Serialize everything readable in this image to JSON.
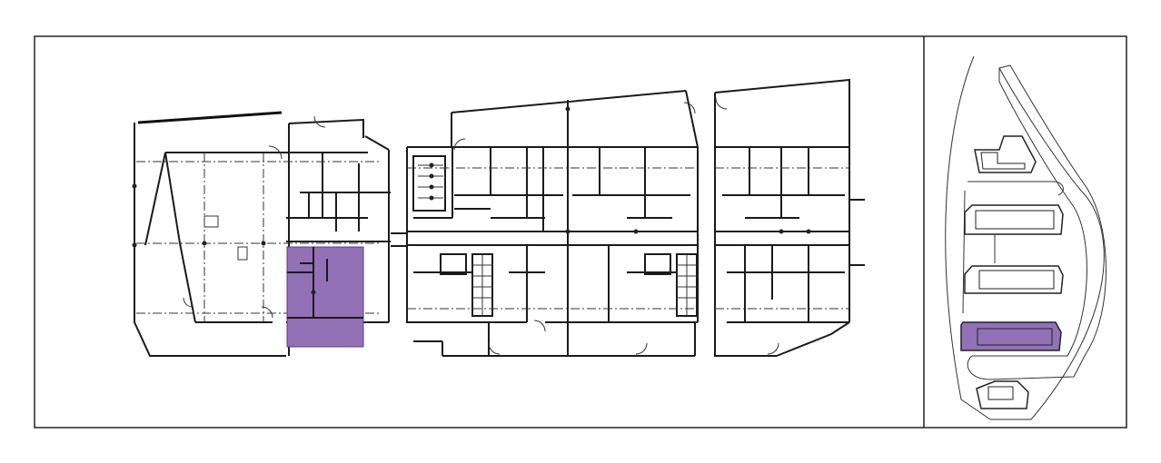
{
  "colors": {
    "highlight": "#9271b6",
    "highlight_stroke": "#5b3c86",
    "line": "#1a1a1a",
    "frame": "#222222",
    "background": "#ffffff"
  },
  "floor_plan": {
    "highlighted_unit": "unit-A-corner"
  },
  "key_plan": {
    "buildings": [
      "building-1",
      "building-2",
      "building-3",
      "building-4",
      "building-5"
    ],
    "highlighted_building": "building-4"
  }
}
